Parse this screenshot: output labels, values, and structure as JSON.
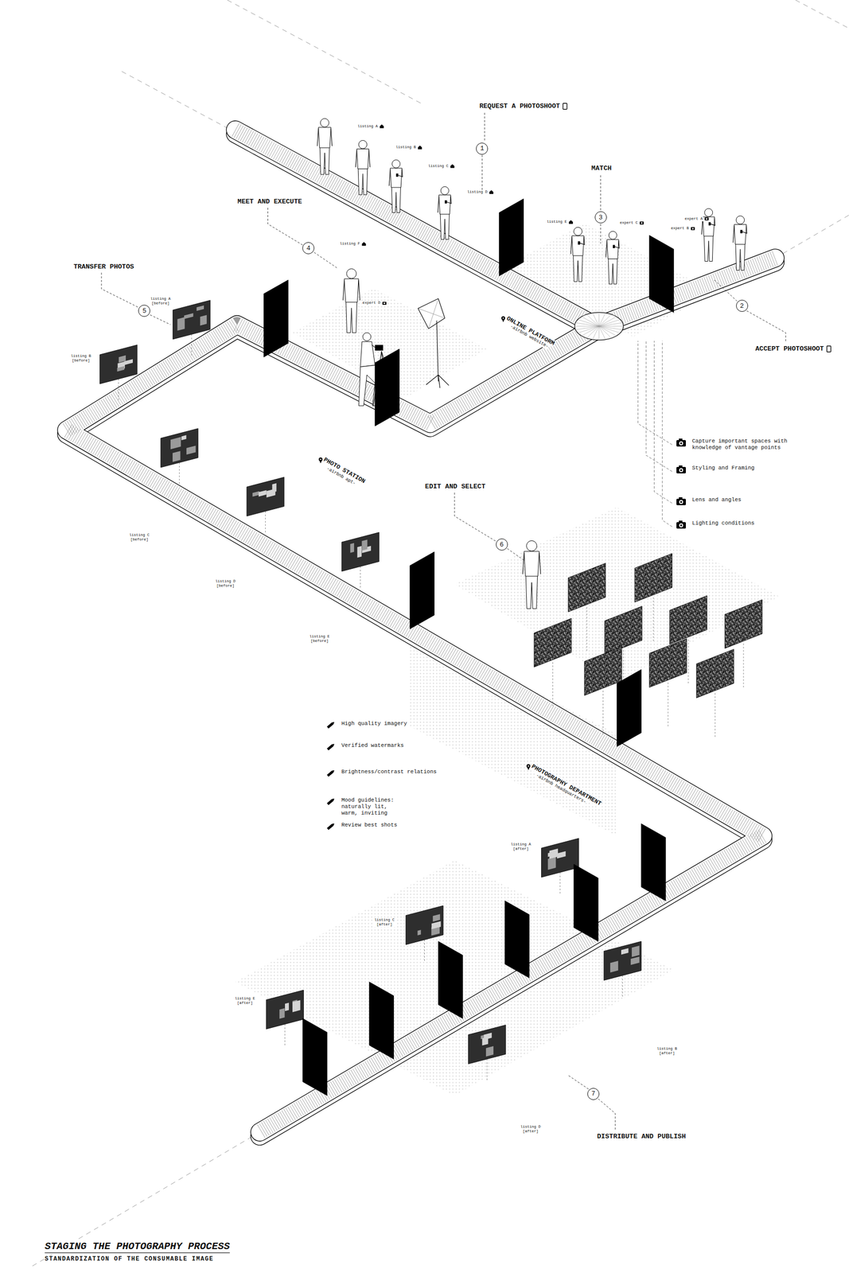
{
  "diagram": {
    "title": "STAGING THE PHOTOGRAPHY PROCESS",
    "caption": "STANDARDIZATION OF THE CONSUMABLE IMAGE",
    "nodes": [
      {
        "text": [
          "1"
        ]
      },
      {
        "text": [
          "2"
        ]
      },
      {
        "text": [
          "3"
        ]
      },
      {
        "text": [
          "4"
        ]
      },
      {
        "text": [
          "5"
        ]
      },
      {
        "text": [
          "6"
        ]
      },
      {
        "text": [
          "7"
        ]
      }
    ],
    "labels": [
      "REQUEST A PHOTOSHOOT",
      "ACCEPT PHOTOSHOOT",
      "MATCH",
      "MEET AND EXECUTE",
      "TRANSFER PHOTOS",
      "EDIT AND SELECT",
      "DISTRIBUTE AND PUBLISH",
      "listing A",
      "listing B",
      "listing C",
      "listing D",
      "listing E",
      "expert C",
      "expert A",
      "expert B",
      "listing F",
      "expert D",
      "ONLINE PLATFORM",
      "-airbnb website-",
      "PHOTO STATION",
      "-airbnb apt-",
      "PHOTOGRAPHY DEPARTMENT",
      "-airbnb headquarters-",
      "listing A [before]",
      "listing B [before]",
      "listing C [before]",
      "listing D [before]",
      "listing E [before]",
      "listing A [after]",
      "listing C [after]",
      "listing E [after]",
      "listing D [after]",
      "listing B [after]"
    ],
    "legend": [
      {
        "text": "Capture important spaces with knowledge of vantage points"
      },
      {
        "text": "Styling and Framing"
      },
      {
        "text": "Lens and angles"
      },
      {
        "text": "Lighting conditions"
      },
      {
        "text": "High quality imagery"
      },
      {
        "text": "Verified watermarks"
      },
      {
        "text": "Brightness/contrast relations"
      },
      {
        "text": "Mood guidelines: naturally lit, warm, inviting"
      },
      {
        "text": "Review best shots"
      }
    ]
  }
}
